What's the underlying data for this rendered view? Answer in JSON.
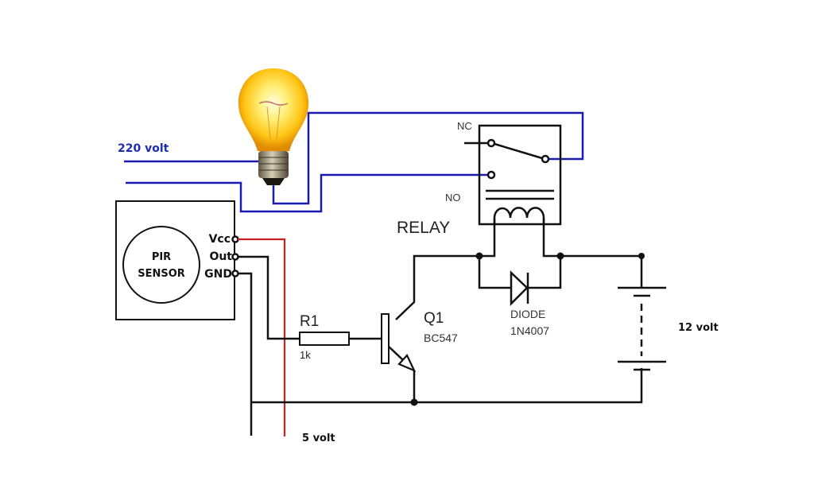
{
  "title": "PIR motion sensor relay lamp circuit",
  "labels": {
    "mains": "220 volt",
    "pir_line1": "PIR",
    "pir_line2": "SENSOR",
    "pin_vcc": "Vcc",
    "pin_out": "Out",
    "pin_gnd": "GND",
    "relay_nc": "NC",
    "relay_no": "NO",
    "relay": "RELAY",
    "resistor_name": "R1",
    "resistor_value": "1k",
    "transistor_name": "Q1",
    "transistor_part": "BC547",
    "diode_name": "DIODE",
    "diode_part": "1N4007",
    "battery": "12 volt",
    "supply_5v": "5 volt"
  },
  "colors": {
    "mains_wire": "#1a1ab0",
    "mains_label": "#1a2fb5",
    "vcc_wire": "#cc1f1f",
    "wire": "#111111",
    "bulb_glow": "#ffd21f"
  }
}
